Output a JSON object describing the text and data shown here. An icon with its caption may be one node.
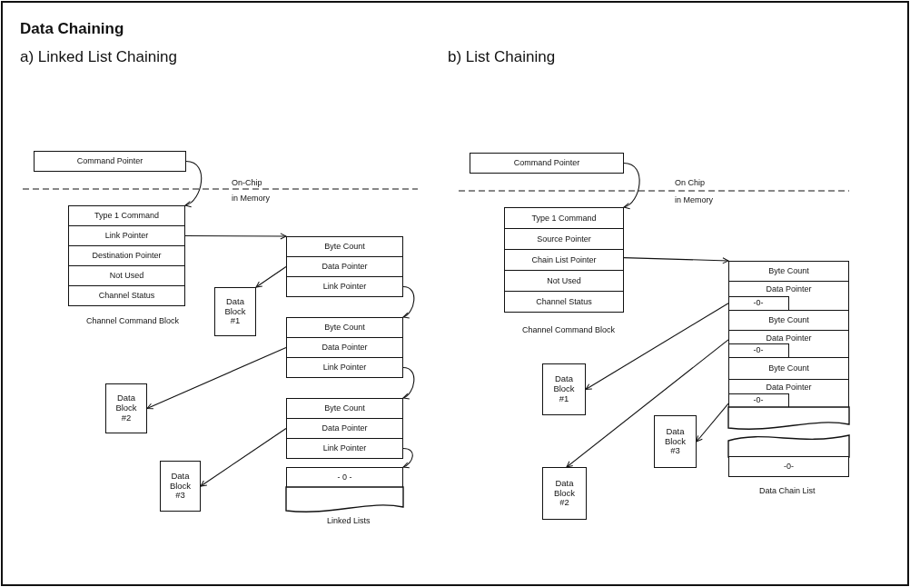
{
  "diagram": {
    "title": "Data Chaining",
    "nodes": [
      {
        "text": [
          "Command Pointer"
        ]
      },
      {
        "text": [
          "Type 1 Command"
        ]
      },
      {
        "text": [
          "Link Pointer"
        ]
      },
      {
        "text": [
          "Destination Pointer"
        ]
      },
      {
        "text": [
          "Not Used"
        ]
      },
      {
        "text": [
          "Channel Status"
        ]
      },
      {
        "text": [
          "Byte Count"
        ]
      },
      {
        "text": [
          "Data Pointer"
        ]
      },
      {
        "text": [
          "Link Pointer"
        ]
      },
      {
        "text": [
          "Data Block #1"
        ]
      },
      {
        "text": [
          "Byte Count"
        ]
      },
      {
        "text": [
          "Data Pointer"
        ]
      },
      {
        "text": [
          "Link Pointer"
        ]
      },
      {
        "text": [
          "Data Block #2"
        ]
      },
      {
        "text": [
          "Byte Count"
        ]
      },
      {
        "text": [
          "Data Pointer"
        ]
      },
      {
        "text": [
          "Link Pointer"
        ]
      },
      {
        "text": [
          "Data Block #3"
        ]
      },
      {
        "text": [
          "- 0 -"
        ]
      },
      {
        "text": [],
        "shape": "box"
      },
      {
        "text": [
          "Command Pointer"
        ]
      },
      {
        "text": [
          "Type 1 Command"
        ]
      },
      {
        "text": [
          "Source Pointer"
        ]
      },
      {
        "text": [
          "Chain List Pointer"
        ]
      },
      {
        "text": [
          "Not Used"
        ]
      },
      {
        "text": [
          "Channel Status"
        ]
      },
      {
        "text": [
          "Byte Count"
        ]
      },
      {
        "text": [
          "Data Pointer"
        ]
      },
      {
        "text": [
          "-0-"
        ],
        "in": 27
      },
      {
        "text": [
          "Byte Count"
        ]
      },
      {
        "text": [
          "Data Pointer"
        ]
      },
      {
        "text": [
          "-0-"
        ],
        "in": 30
      },
      {
        "text": [
          "Data Block #1"
        ]
      },
      {
        "text": [
          "Byte Count"
        ]
      },
      {
        "text": [
          "Data Pointer"
        ]
      },
      {
        "text": [
          "-0-"
        ],
        "in": 34
      },
      {
        "text": [
          "Data Block #3"
        ]
      },
      {
        "text": [],
        "shape": "box"
      },
      {
        "text": [],
        "shape": "box"
      },
      {
        "text": [
          "-0-"
        ]
      },
      {
        "text": [
          "Data Block #2"
        ]
      }
    ],
    "edges": [
      {
        "from": 0,
        "to": 1,
        "arrow": "to"
      },
      {
        "from": 2,
        "to": 6,
        "arrow": "to"
      },
      {
        "from": 7,
        "to": 9,
        "arrow": "to"
      },
      {
        "from": 8,
        "to": 10,
        "arrow": "to"
      },
      {
        "from": 11,
        "to": 13,
        "arrow": "to"
      },
      {
        "from": 12,
        "to": 14,
        "arrow": "to"
      },
      {
        "from": 15,
        "to": 17,
        "arrow": "to"
      },
      {
        "from": 16,
        "to": 18,
        "arrow": "to"
      },
      {
        "from": 20,
        "to": 21,
        "arrow": "to"
      },
      {
        "from": 23,
        "to": 26,
        "arrow": "to"
      },
      {
        "from": 27,
        "to": 32,
        "arrow": "to"
      },
      {
        "from": 30,
        "to": 40,
        "arrow": "to"
      },
      {
        "from": 34,
        "to": 36,
        "arrow": "to"
      }
    ],
    "labels": [
      "a) Linked List Chaining",
      "b) List Chaining",
      "On-Chip",
      "in Memory",
      "Channel Command Block",
      "Linked Lists",
      "On Chip",
      "in Memory",
      "Channel Command Block",
      "Data Chain List"
    ]
  }
}
